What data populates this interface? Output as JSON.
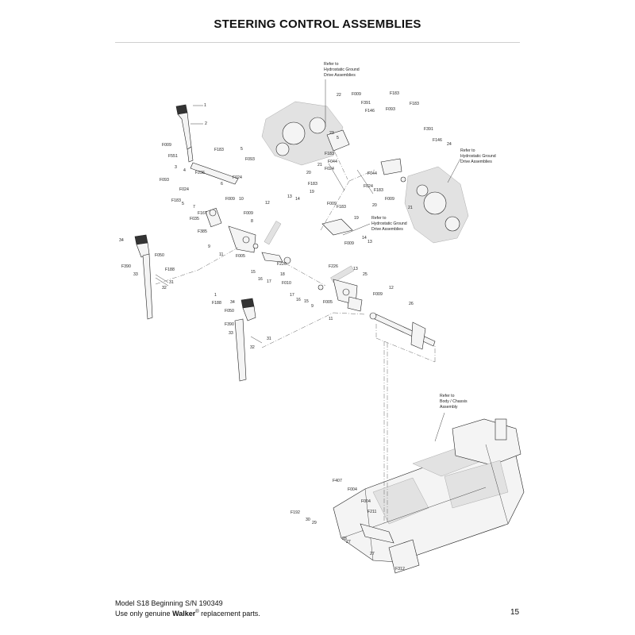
{
  "page": {
    "title": "STEERING CONTROL ASSEMBLIES",
    "footer_line1": "Model S18 Beginning S/N 190349",
    "footer_prefix": "Use only genuine ",
    "footer_brand": "Walker",
    "footer_reg": "®",
    "footer_suffix": " replacement parts.",
    "page_number": "15"
  },
  "notes": [
    [
      "Refer to",
      "Hydrostatic Ground",
      "Drive Assemblies"
    ],
    [
      "Refer to",
      "Hydrostatic Ground",
      "Drive Assemblies"
    ],
    [
      "Refer to",
      "Hydrostatic Ground",
      "Drive Assemblies"
    ],
    [
      "Refer to",
      "Body / Chassis",
      "Assembly"
    ]
  ],
  "callouts": [
    "1",
    "2",
    "F009",
    "F551",
    "3",
    "4",
    "F236",
    "F183",
    "5",
    "F093",
    "F024",
    "6",
    "F093",
    "F024",
    "F183",
    "5",
    "F009",
    "10",
    "7",
    "F167",
    "F035",
    "F385",
    "F009",
    "12",
    "13",
    "14",
    "8",
    "9",
    "F005",
    "F226",
    "11",
    "15",
    "16",
    "17",
    "18",
    "F010",
    "34",
    "F050",
    "F188",
    "F390",
    "33",
    "31",
    "32",
    "22",
    "F009",
    "F391",
    "F146",
    "F183",
    "F093",
    "F183",
    "23",
    "5",
    "F183",
    "F044",
    "21",
    "F024",
    "20",
    "F183",
    "19",
    "F009",
    "F183",
    "19",
    "F391",
    "F146",
    "24",
    "F044",
    "F024",
    "F183",
    "F009",
    "20",
    "21",
    "F009",
    "14",
    "13",
    "F226",
    "13",
    "25",
    "12",
    "F009",
    "17",
    "16",
    "15",
    "F005",
    "9",
    "11",
    "26",
    "1",
    "34",
    "F188",
    "F050",
    "F390",
    "33",
    "31",
    "32",
    "F407",
    "F004",
    "F192",
    "F004",
    "30",
    "29",
    "F211",
    "28",
    "27",
    "27",
    "F312"
  ]
}
